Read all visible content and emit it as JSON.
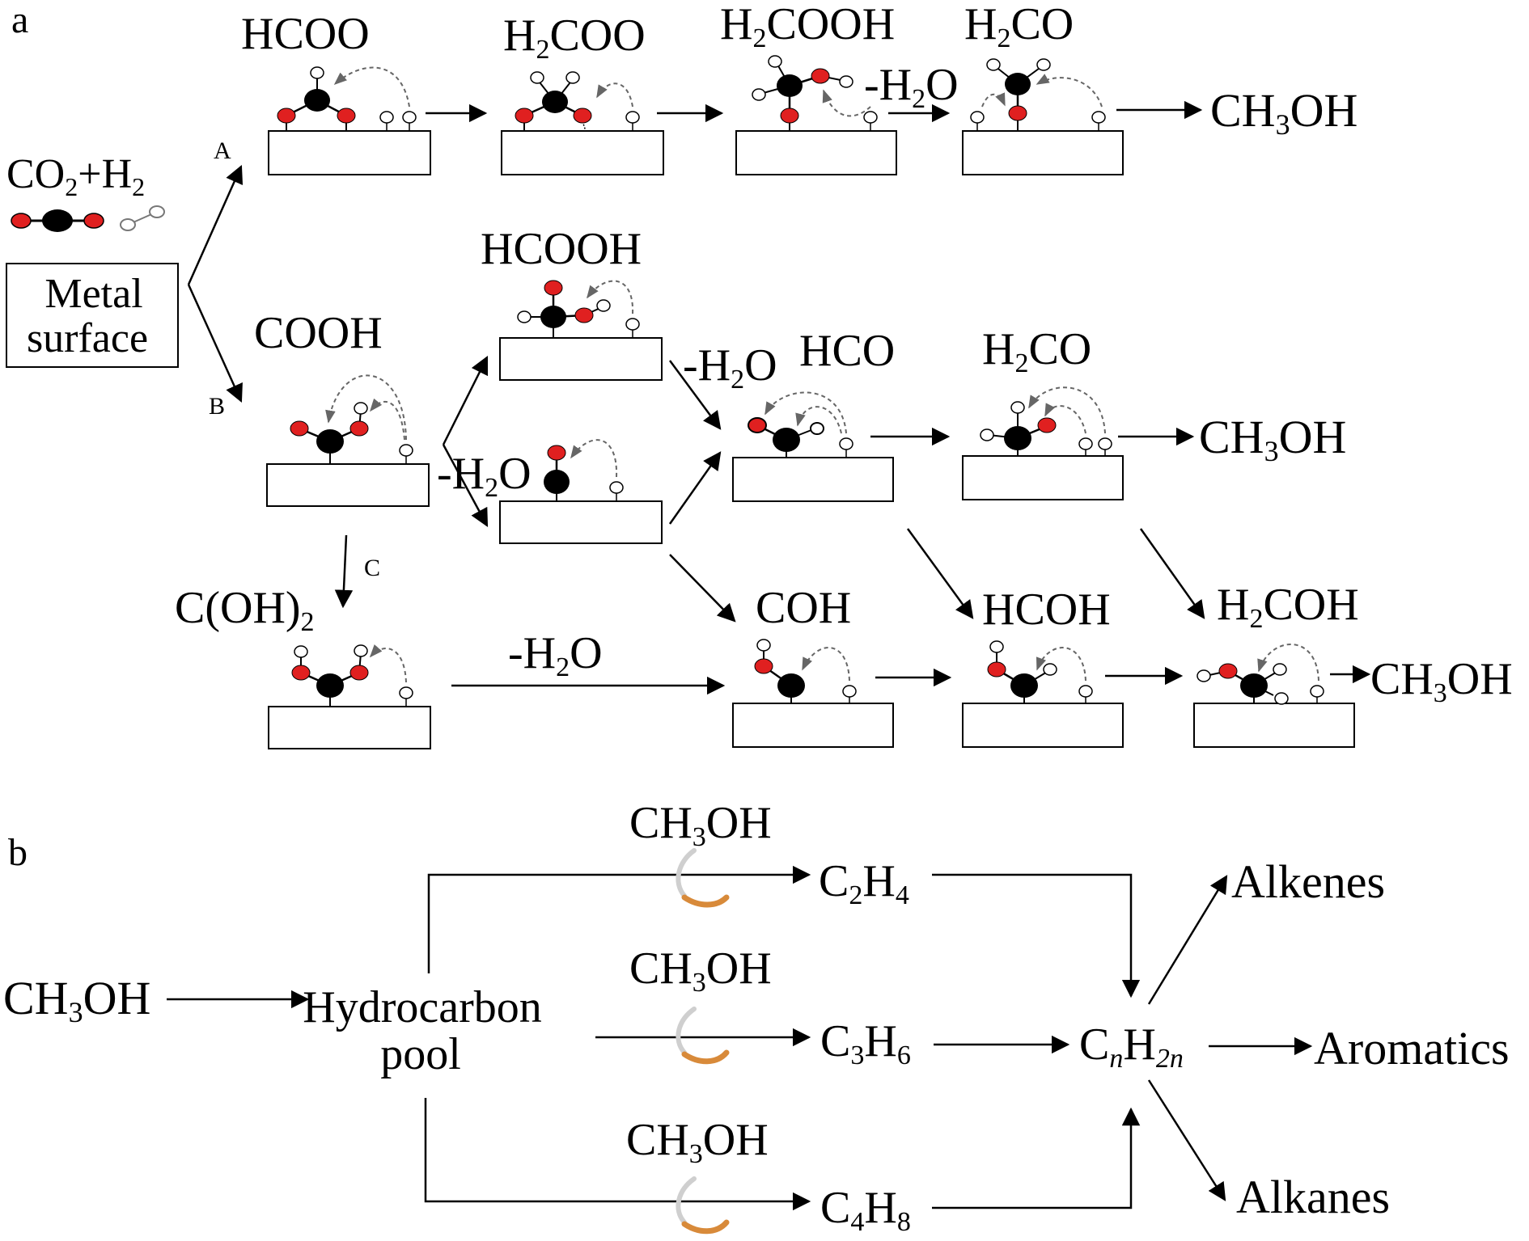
{
  "panel_a": {
    "letter": "a",
    "reactants": {
      "formula": "CO",
      "sub": "2",
      "plus": "+H",
      "sub2": "2"
    },
    "metal_surface": {
      "line1": "Metal",
      "line2": "surface"
    },
    "route_labels": {
      "A": "A",
      "B": "B",
      "C": "C"
    },
    "species": {
      "HCOO": "HCOO",
      "H2COO": {
        "pre": "H",
        "sub": "2",
        "post": "COO"
      },
      "H2COOH": {
        "pre": "H",
        "sub": "2",
        "post": "COOH"
      },
      "H2CO_top": {
        "pre": "H",
        "sub": "2",
        "post": "CO"
      },
      "COOH": "COOH",
      "HCOOH": "HCOOH",
      "HCO": "HCO",
      "H2CO_mid": {
        "pre": "H",
        "sub": "2",
        "post": "CO"
      },
      "COH": "COH",
      "HCOH": "HCOH",
      "H2COH": {
        "pre": "H",
        "sub": "2",
        "post": "COH"
      },
      "COH2": {
        "pre": "C(OH)",
        "sub": "2"
      }
    },
    "minus_water": {
      "pre": "-H",
      "sub": "2",
      "post": "O"
    },
    "methanol": {
      "pre": "CH",
      "sub": "3",
      "post": "OH"
    }
  },
  "panel_b": {
    "letter": "b",
    "methanol": {
      "pre": "CH",
      "sub": "3",
      "post": "OH"
    },
    "pool": {
      "line1": "Hydrocarbon",
      "line2": "pool"
    },
    "C2H4": {
      "c": "C",
      "cs": "2",
      "h": "H",
      "hs": "4"
    },
    "C3H6": {
      "c": "C",
      "cs": "3",
      "h": "H",
      "hs": "6"
    },
    "C4H8": {
      "c": "C",
      "cs": "4",
      "h": "H",
      "hs": "8"
    },
    "CnH2n": {
      "c": "C",
      "cs": "n",
      "h": "H",
      "hs": "2n"
    },
    "products": {
      "alkenes": "Alkenes",
      "aromatics": "Aromatics",
      "alkanes": "Alkanes"
    }
  },
  "colors": {
    "oxygen": "#e02020",
    "carbon": "#000000",
    "hydrogen": "#ffffff",
    "cycle": "#d88a3a"
  }
}
